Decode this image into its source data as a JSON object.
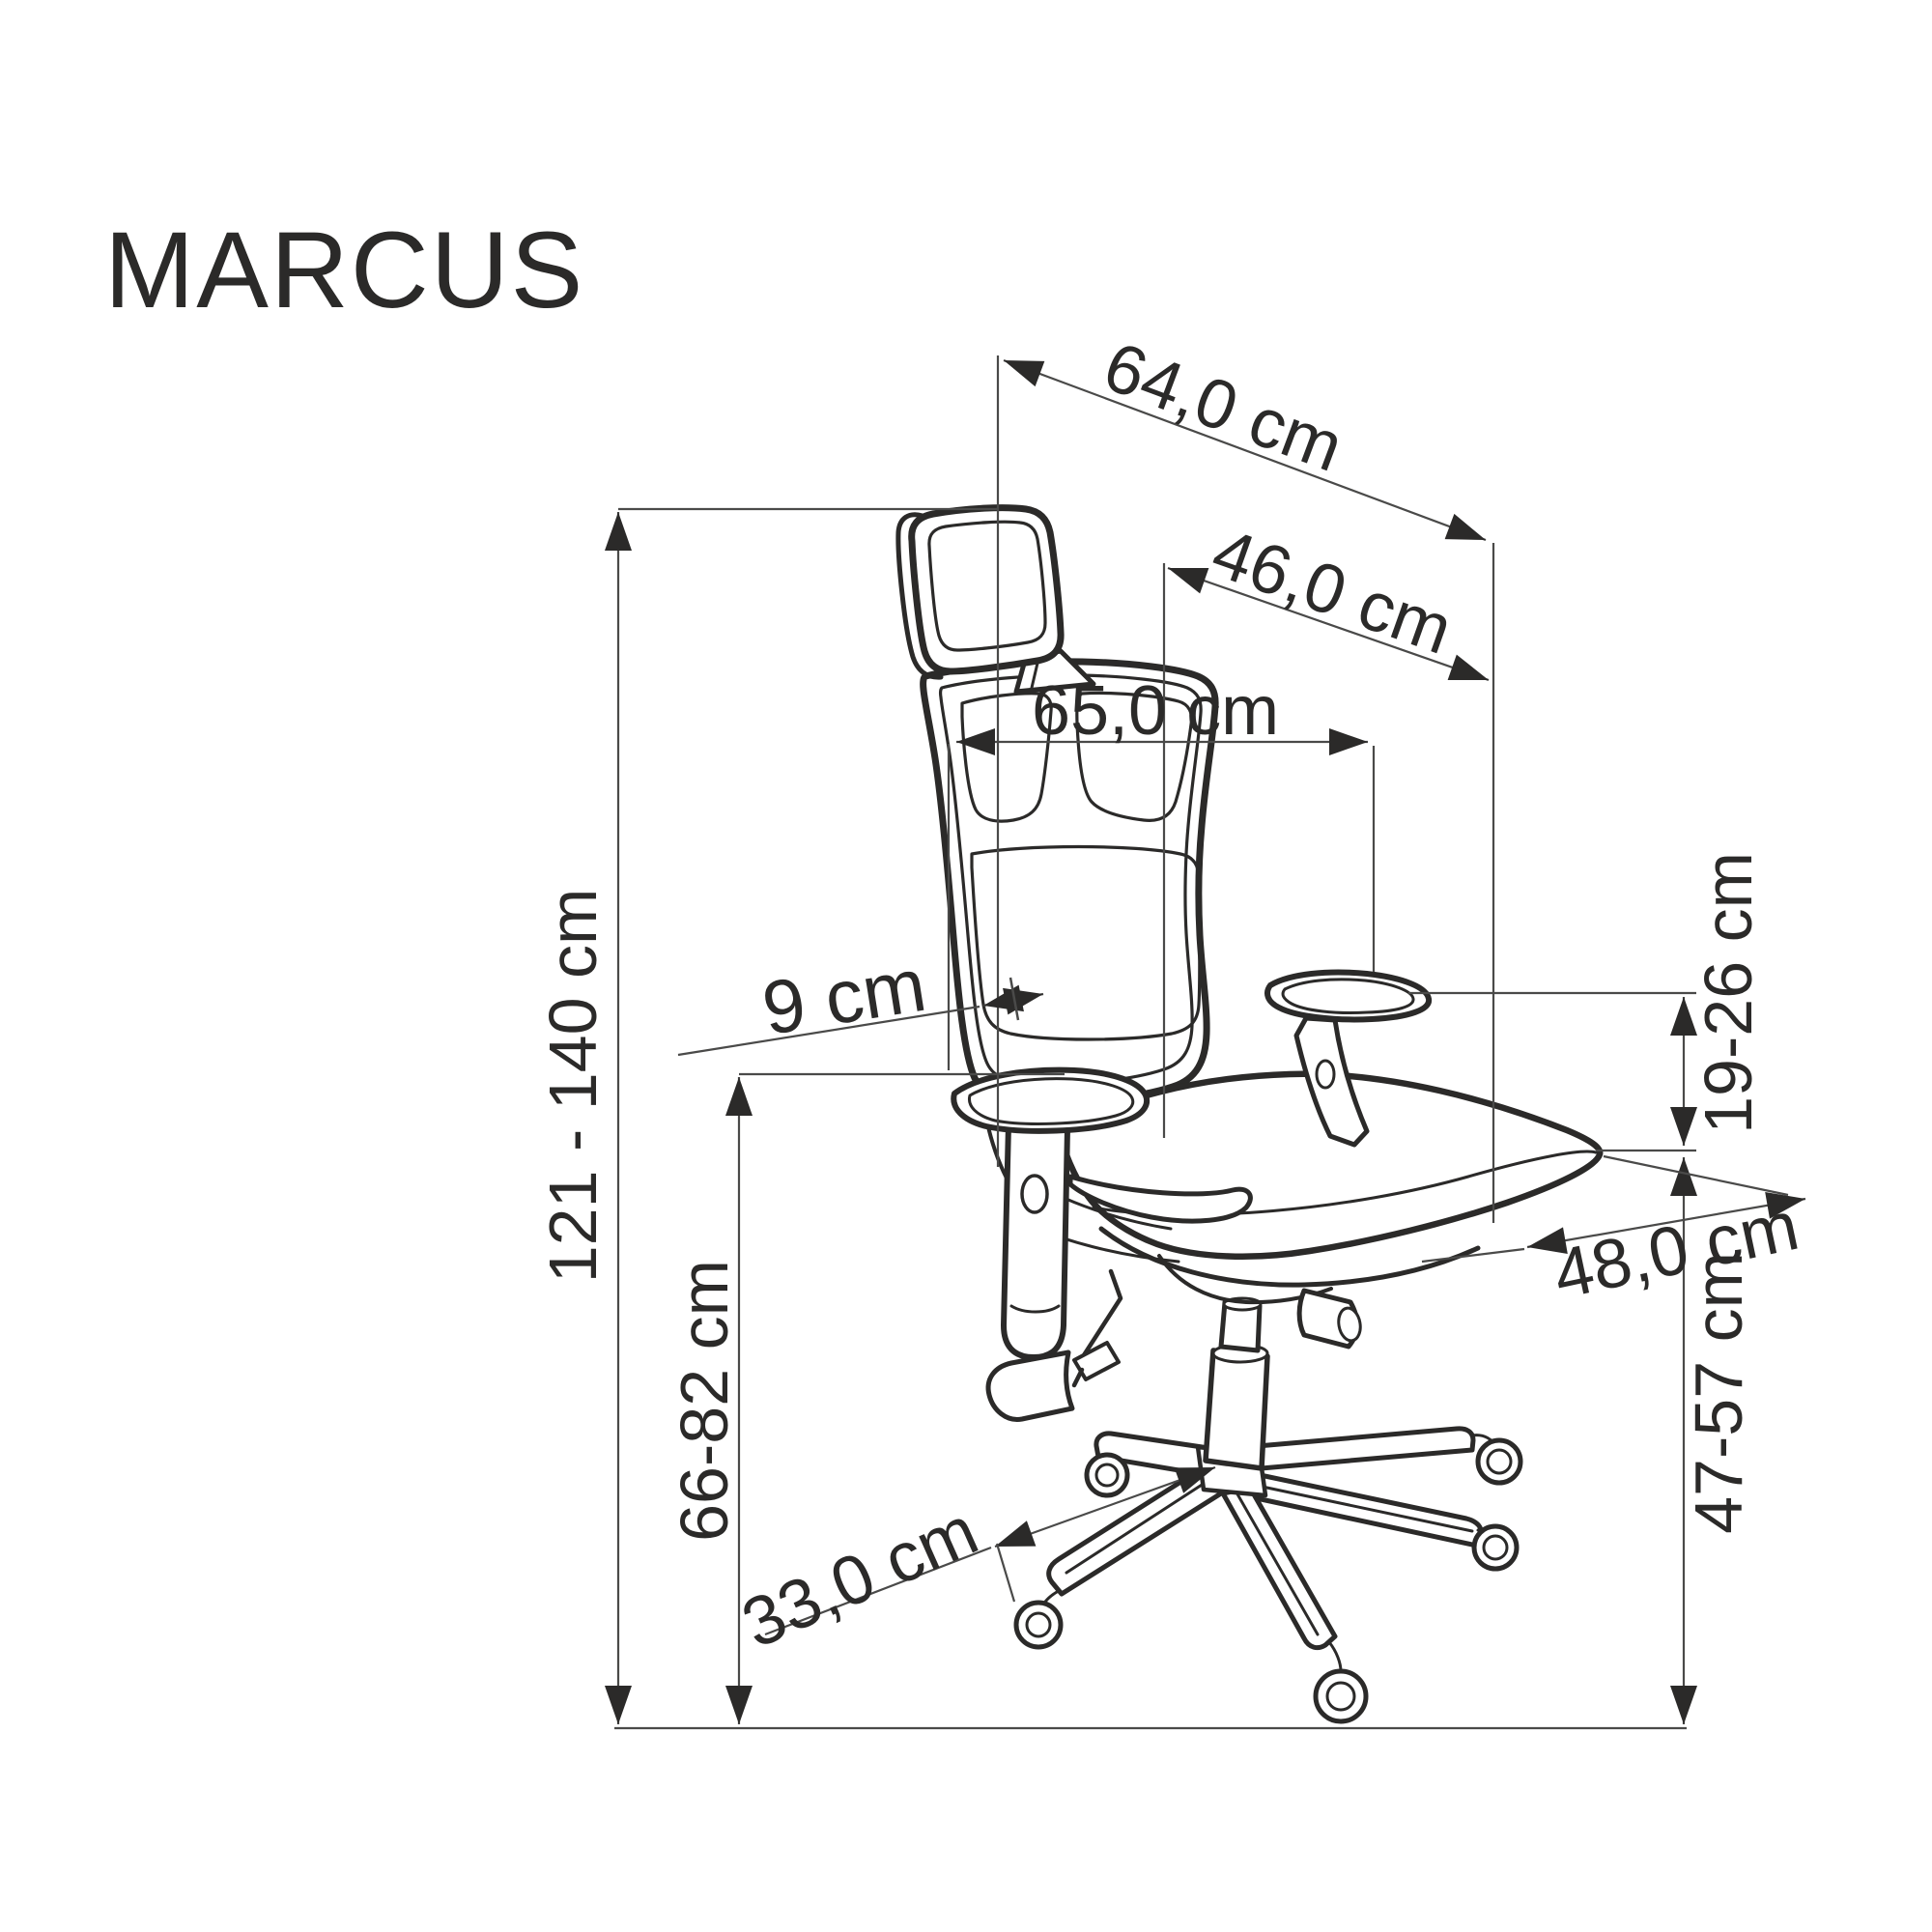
{
  "title": "MARCUS",
  "colors": {
    "ink": "#2b2a29",
    "dimension_line": "#4a4a49",
    "background": "#ffffff"
  },
  "dimensions": {
    "top_depth": "64,0 cm",
    "backrest_width": "46,0 cm",
    "overall_width": "65,0 cm",
    "lumbar_depth": "9 cm",
    "total_height": "121 - 140 cm",
    "backrest_top_height": "66-82 cm",
    "armrest_above_seat": "19-26 cm",
    "seat_depth": "48,0 cm",
    "seat_height": "47-57 cm",
    "base_leg_radius": "33,0 cm"
  }
}
